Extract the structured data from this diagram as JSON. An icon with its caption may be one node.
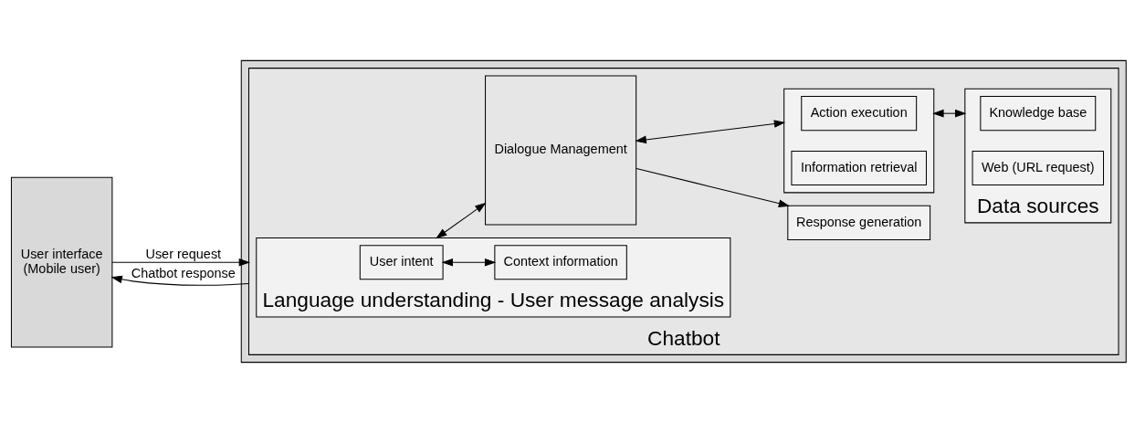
{
  "diagram": {
    "nodes": [
      {
        "text": [
          "User interface",
          "(Mobile user)"
        ]
      },
      {
        "text": [],
        "shape": "box"
      },
      {
        "text": [
          "Chatbot"
        ],
        "in": 1
      },
      {
        "text": [
          "Language understanding - User message analysis"
        ],
        "in": 2
      },
      {
        "text": [
          "User intent"
        ],
        "in": 3
      },
      {
        "text": [
          "Context information"
        ],
        "in": 3
      },
      {
        "text": [
          "Response generation"
        ],
        "in": 2
      },
      {
        "text": [
          "Dialogue Management"
        ],
        "in": 2
      },
      {
        "text": [],
        "shape": "box",
        "in": 2
      },
      {
        "text": [
          "Action execution"
        ],
        "in": 8
      },
      {
        "text": [
          "Information retrieval"
        ],
        "in": 8
      },
      {
        "text": [
          "Data sources"
        ],
        "in": 2
      },
      {
        "text": [
          "Knowledge base"
        ],
        "in": 11
      },
      {
        "text": [
          "Web (URL request)"
        ],
        "in": 11
      }
    ],
    "edges": [
      {
        "from": 0,
        "to": 2,
        "arrow": "to",
        "label": "User request"
      },
      {
        "from": 2,
        "to": 0,
        "arrow": "to",
        "label": "Chatbot response"
      },
      {
        "from": 4,
        "to": 5,
        "arrow": "both"
      },
      {
        "from": 3,
        "to": 7,
        "arrow": "both"
      },
      {
        "from": 7,
        "to": 6,
        "arrow": "to"
      },
      {
        "from": 7,
        "to": 8,
        "arrow": "both"
      },
      {
        "from": 8,
        "to": 11,
        "arrow": "both"
      }
    ]
  }
}
